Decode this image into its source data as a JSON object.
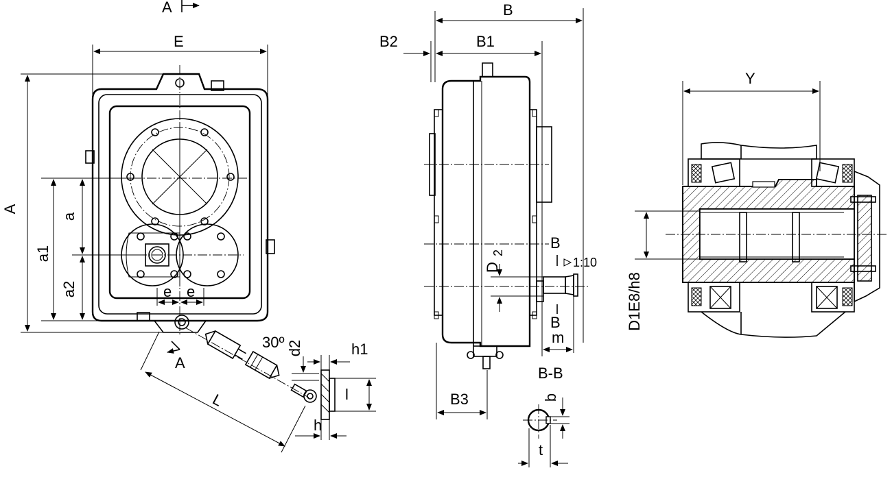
{
  "labels": {
    "A_top": "A",
    "E": "E",
    "A_left": "A",
    "a1": "a1",
    "a": "a",
    "a2": "a2",
    "e_left": "e",
    "e_right": "e",
    "A_bottom": "A",
    "deg30": "30º",
    "d2": "d2",
    "h1": "h1",
    "l": "l",
    "L": "L",
    "h": "h",
    "B": "B",
    "B2": "B2",
    "B1": "B1",
    "B_mark_top": "B",
    "taper": "1:10",
    "D2": "D",
    "D2_sub": "2",
    "B_mark_bottom": "B",
    "m": "m",
    "BB": "B-B",
    "B3": "B3",
    "b": "b",
    "t": "t",
    "Y": "Y",
    "D1": "D1E8/h8"
  }
}
